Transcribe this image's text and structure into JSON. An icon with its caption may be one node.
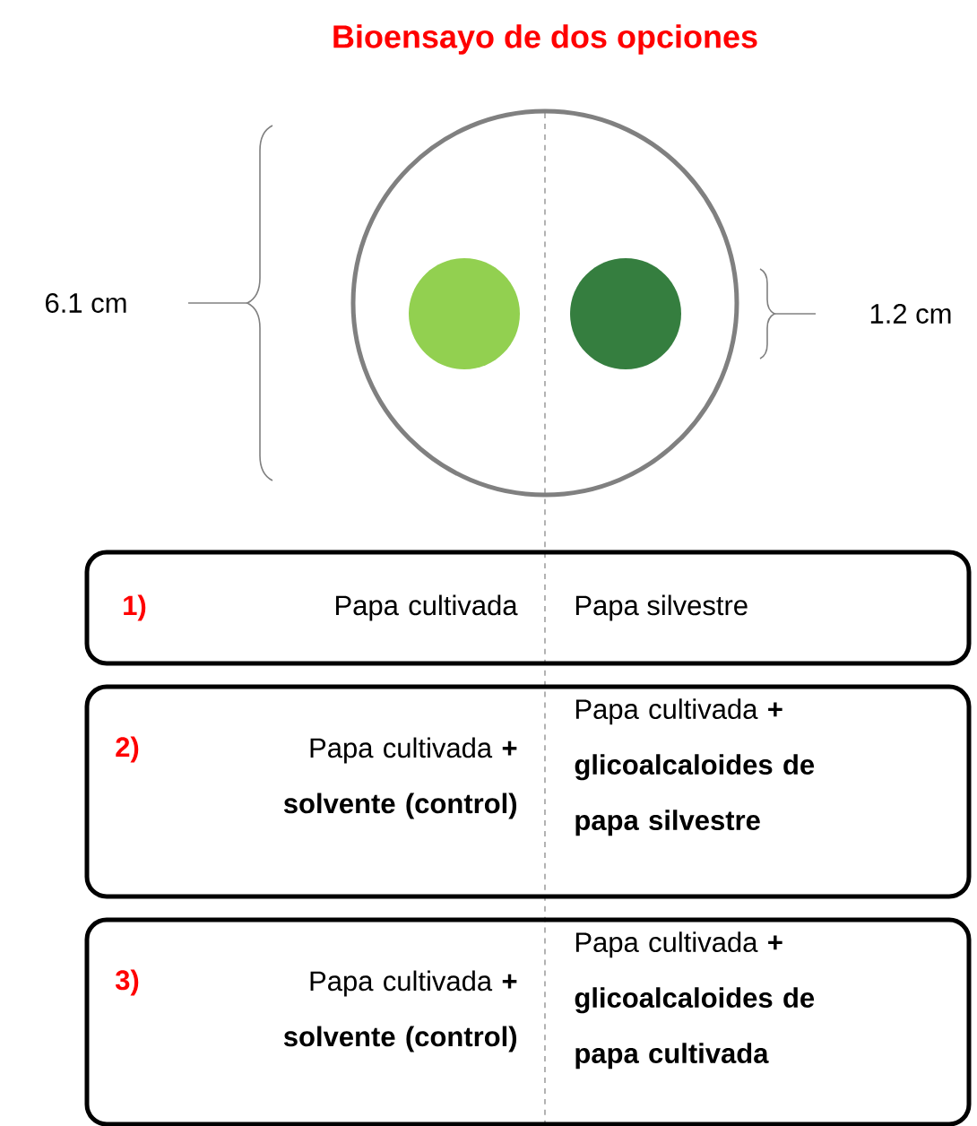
{
  "diagram": {
    "title": "Bioensayo de dos opciones",
    "nodes": [
      {
        "text": [],
        "shape": "circle"
      },
      {
        "text": [],
        "shape": "circle",
        "in": 0
      },
      {
        "text": [],
        "shape": "circle",
        "in": 0
      },
      {
        "text": [
          "1)",
          "Papa cultivada",
          "Papa silvestre"
        ]
      },
      {
        "text": [
          "2)",
          "Papa cultivada **+ solvente (control)**",
          "Papa cultivada **+ glicoalcaloides de papa silvestre**"
        ]
      },
      {
        "text": [
          "3)",
          "Papa cultivada **+ solvente (control)**",
          "Papa cultivada **+ glicoalcaloides de papa cultivada**"
        ]
      }
    ],
    "labels": [
      "6.1 cm",
      "1.2 cm"
    ]
  }
}
